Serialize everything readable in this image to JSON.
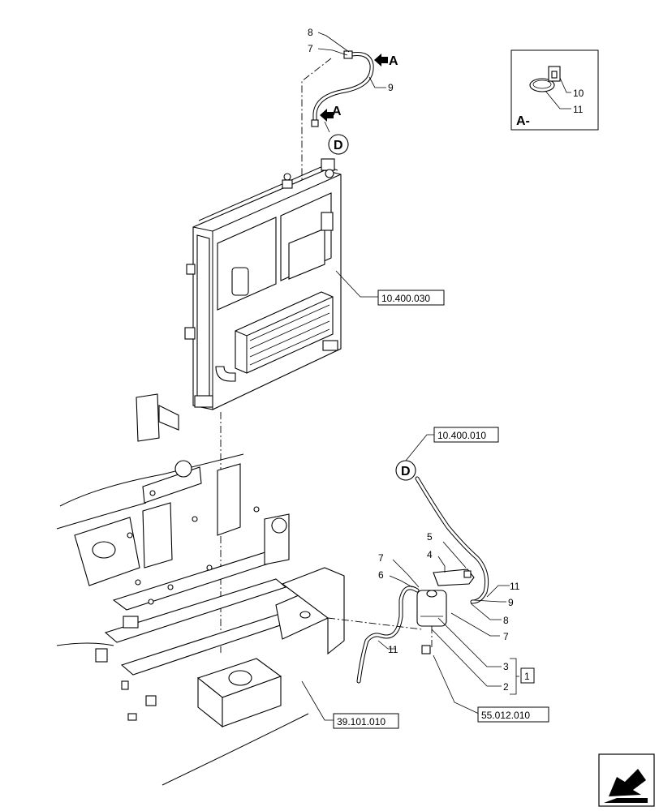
{
  "diagram": {
    "callouts": {
      "top_8": "8",
      "top_7": "7",
      "top_9": "9",
      "arrow_a_top": "A",
      "arrow_a_mid": "A",
      "inset_10": "10",
      "inset_11": "11",
      "inset_label": "A-",
      "low_5": "5",
      "low_4": "4",
      "low_7_left": "7",
      "low_6": "6",
      "low_11_right": "11",
      "low_9": "9",
      "low_8": "8",
      "low_7_right": "7",
      "low_11_bottom": "11",
      "low_3": "3",
      "low_2": "2",
      "bracket_1": "1"
    },
    "connectors": {
      "top_d": "D",
      "low_d": "D"
    },
    "references": {
      "radiator": "10.400.030",
      "tank": "10.400.010",
      "frame": "39.101.010",
      "hardware": "55.012.010"
    },
    "icons": {
      "nav": "direction-arrow-icon"
    }
  }
}
